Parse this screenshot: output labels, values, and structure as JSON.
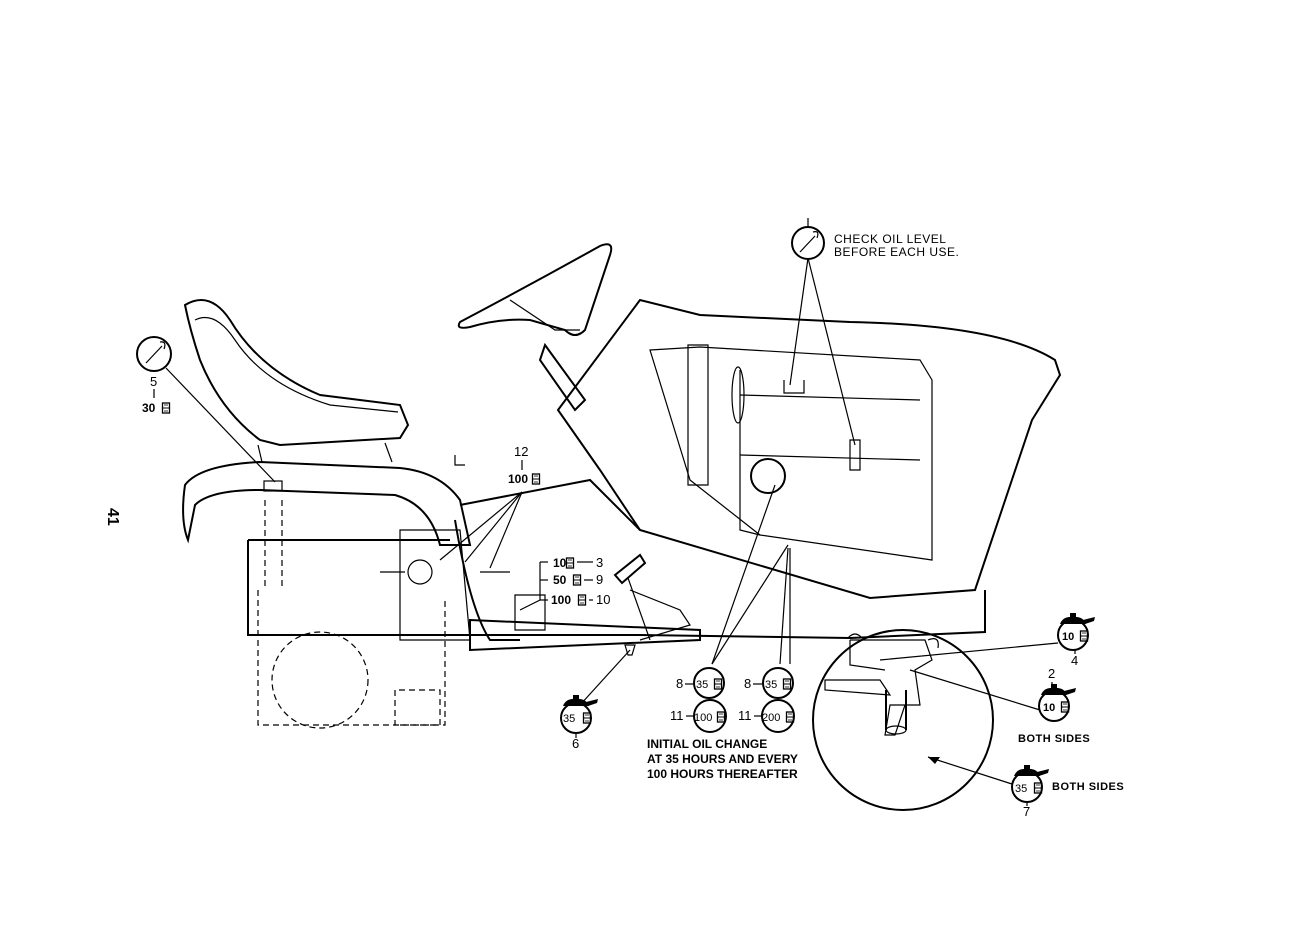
{
  "page_number": "41",
  "notes": {
    "check_oil_line1": "CHECK OIL LEVEL",
    "check_oil_line2": "BEFORE EACH USE.",
    "initial_oil_line1": "INITIAL OIL CHANGE",
    "initial_oil_line2": "AT 35 HOURS AND EVERY",
    "initial_oil_line3": "100 HOURS THEREAFTER",
    "both_sides_a": "BOTH SIDES",
    "both_sides_b": "BOTH SIDES"
  },
  "callouts": {
    "c5_num": "5",
    "c5_hours": "30",
    "c12_num": "12",
    "c12_hours": "100",
    "row3_hours": "10",
    "row3_num": "3",
    "row9_hours": "50",
    "row9_num": "9",
    "row10_hours": "100",
    "row10_num": "10",
    "c6_num": "6",
    "c6_hours": "35",
    "c8a_num": "8",
    "c8a_hours": "35",
    "c8b_num": "8",
    "c8b_hours": "35",
    "c11a_num": "11",
    "c11a_hours": "100",
    "c11b_num": "11",
    "c11b_hours": "200",
    "c4_num": "4",
    "c4_hours": "10",
    "c2_num": "2",
    "c2_hours": "10",
    "c7_num": "7",
    "c7_hours": "35"
  },
  "icons": {
    "dipstick": "dipstick-gauge-icon",
    "oilcan": "oil-can-icon",
    "hourglass": "hourglass-icon"
  }
}
